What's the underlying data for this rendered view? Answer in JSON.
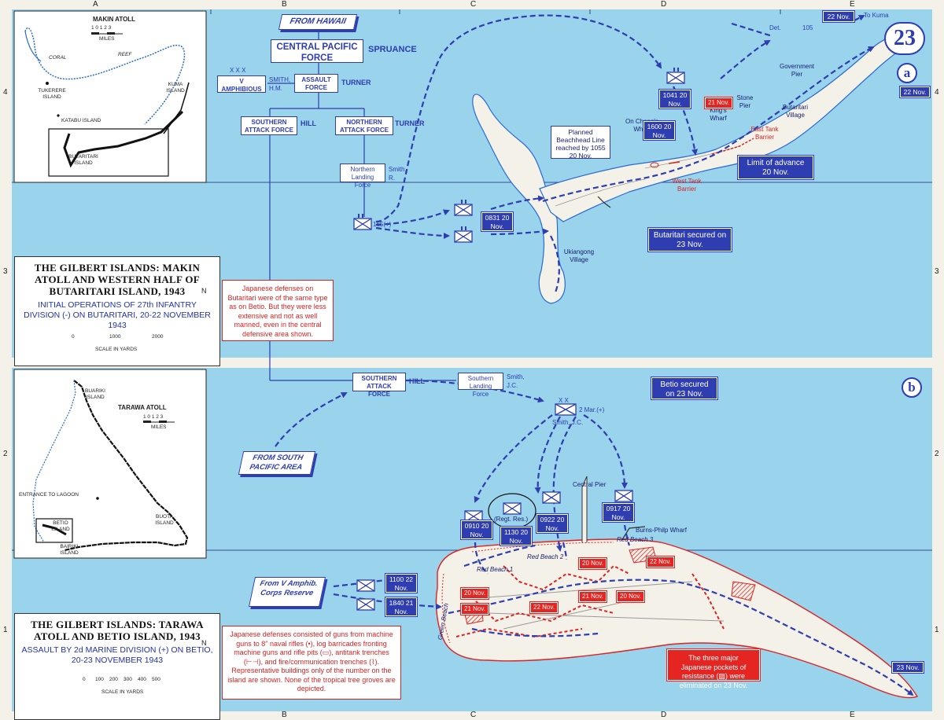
{
  "plate_number": "23",
  "grid": {
    "columns": [
      "A",
      "B",
      "C",
      "D",
      "E"
    ],
    "rows_top": [
      "4",
      "3"
    ],
    "rows_bottom": [
      "2",
      "1"
    ]
  },
  "panel_a": {
    "letter": "a",
    "title_main": "THE GILBERT ISLANDS: MAKIN ATOLL AND WESTERN HALF OF BUTARITARI ISLAND, 1943",
    "title_sub": "INITIAL OPERATIONS OF 27th INFANTRY DIVISION (-) ON BUTARITARI, 20-22 NOVEMBER 1943",
    "scale_numbers": [
      "0",
      "1000",
      "2000"
    ],
    "scale_label": "SCALE IN YARDS",
    "north": "N",
    "note": "Japanese defenses on Butaritari were of the same type as on Betio. But they were less extensive and not as well manned, even in the central defensive area shown.",
    "inset": {
      "title": "MAKIN ATOLL",
      "scale_numbers": "1 0 1 2 3",
      "scale_unit": "MILES",
      "coral": "CORAL",
      "reef": "REEF",
      "tukerere": "TUKERERE ISLAND",
      "katabu": "KATABU ISLAND",
      "kuma": "KUMA ISLAND",
      "butaritari": "BUTARITARI ISLAND"
    },
    "chain": {
      "from_hawaii": "FROM HAWAII",
      "cpf": "CENTRAL PACIFIC FORCE",
      "spruance": "SPRUANCE",
      "xxx": "X X X",
      "v_amphibious": "V AMPHIBIOUS",
      "smith_hm": "SMITH, H.M.",
      "assault_force": "ASSAULT FORCE",
      "turner1": "TURNER",
      "southern_attack": "SOUTHERN ATTACK FORCE",
      "hill": "HILL",
      "northern_attack": "NORTHERN ATTACK FORCE",
      "turner2": "TURNER",
      "northern_landing": "Northern Landing Force",
      "smith_r": "Smith, R.",
      "unit_165": "165(+)"
    },
    "places": {
      "ukiangong": "Ukiangong Village",
      "on_chongs": "On Chong's Wharf",
      "kings_wharf": "King's Wharf",
      "stone_pier": "Stone Pier",
      "government_pier": "Government Pier",
      "butaritari_village": "Butaritari Village",
      "west_barrier": "West Tank Barrier",
      "east_barrier": "East Tank Barrier"
    },
    "callouts": {
      "beachhead": "Planned Beachhead Line reached by 1055 20 Nov.",
      "t0831": "0831 20 Nov.",
      "t1041": "1041 20 Nov.",
      "t1600": "1600 20 Nov.",
      "limit": "Limit of advance 20 Nov.",
      "secured": "Butaritari secured on 23 Nov.",
      "red21": "21 Nov.",
      "det": "Det.",
      "det_unit": "105",
      "nov22_top": "22 Nov.",
      "to_kuma": "To Kuma",
      "nov22_right": "22 Nov."
    }
  },
  "panel_b": {
    "letter": "b",
    "title_main": "THE GILBERT ISLANDS: TARAWA ATOLL AND BETIO ISLAND, 1943",
    "title_sub": "ASSAULT BY 2d MARINE DIVISION (+) ON BETIO, 20-23 NOVEMBER 1943",
    "scale_numbers": [
      "0",
      "100",
      "200",
      "300",
      "400",
      "500"
    ],
    "scale_label": "SCALE IN YARDS",
    "north": "N",
    "note": "Japanese defenses consisted of guns from machine guns to 8\" naval rifles (•), log barricades fronting machine guns and rifle pits (▭), antitank trenches (⊢⊣), and fire/communication trenches (⌇). Representative buildings only of the number on the island are shown. None of the tropical tree groves are depicted.",
    "pockets_note": "The three major Japanese pockets of resistance (▨) were eliminated on 23 Nov.",
    "inset": {
      "title": "TARAWA ATOLL",
      "scale_numbers": "1 0 1 2 3",
      "scale_unit": "MILES",
      "buariki": "BUARIKI ISLAND",
      "entrance": "ENTRANCE TO LAGOON",
      "betio": "BETIO ISLAND",
      "bairiki": "BAIRIKI ISLAND",
      "buota": "BUOTA ISLAND"
    },
    "chain": {
      "southern_attack": "SOUTHERN ATTACK FORCE",
      "hill": "HILL",
      "southern_landing": "Southern Landing Force",
      "smith_jc": "Smith, J.C.",
      "from_south": "FROM SOUTH PACIFIC AREA",
      "xx": "X X",
      "mar2": "2 Mar.(+)",
      "smith_jc2": "Smith, J.C.",
      "secured": "Betio secured on 23 Nov.",
      "from_v": "From V Amphib. Corps Reserve"
    },
    "places": {
      "central_pier": "Central Pier",
      "burns_philp": "Burns-Philp Wharf",
      "red_beach_1": "Red Beach 1",
      "red_beach_2": "Red Beach 2",
      "red_beach_3": "Red Beach 3",
      "green_beach": "Green Beach",
      "regt_res": "(Regt. Res.)"
    },
    "callouts": {
      "t0910": "0910 20 Nov.",
      "t1130": "1130 20 Nov.",
      "t0922": "0922 20 Nov.",
      "t0917": "0917 20 Nov.",
      "t1100": "1100 22 Nov.",
      "t1840": "1840 21 Nov.",
      "nov23": "23 Nov.",
      "r20a": "20 Nov.",
      "r21a": "21 Nov.",
      "r22a": "22 Nov.",
      "r20b": "20 Nov.",
      "r21b": "21 Nov.",
      "r20c": "20 Nov.",
      "r22b": "22 Nov."
    }
  },
  "colors": {
    "sea": "#99d3ec",
    "land": "#f4f1e8",
    "blue": "#2e3db0",
    "red": "#e52521"
  }
}
